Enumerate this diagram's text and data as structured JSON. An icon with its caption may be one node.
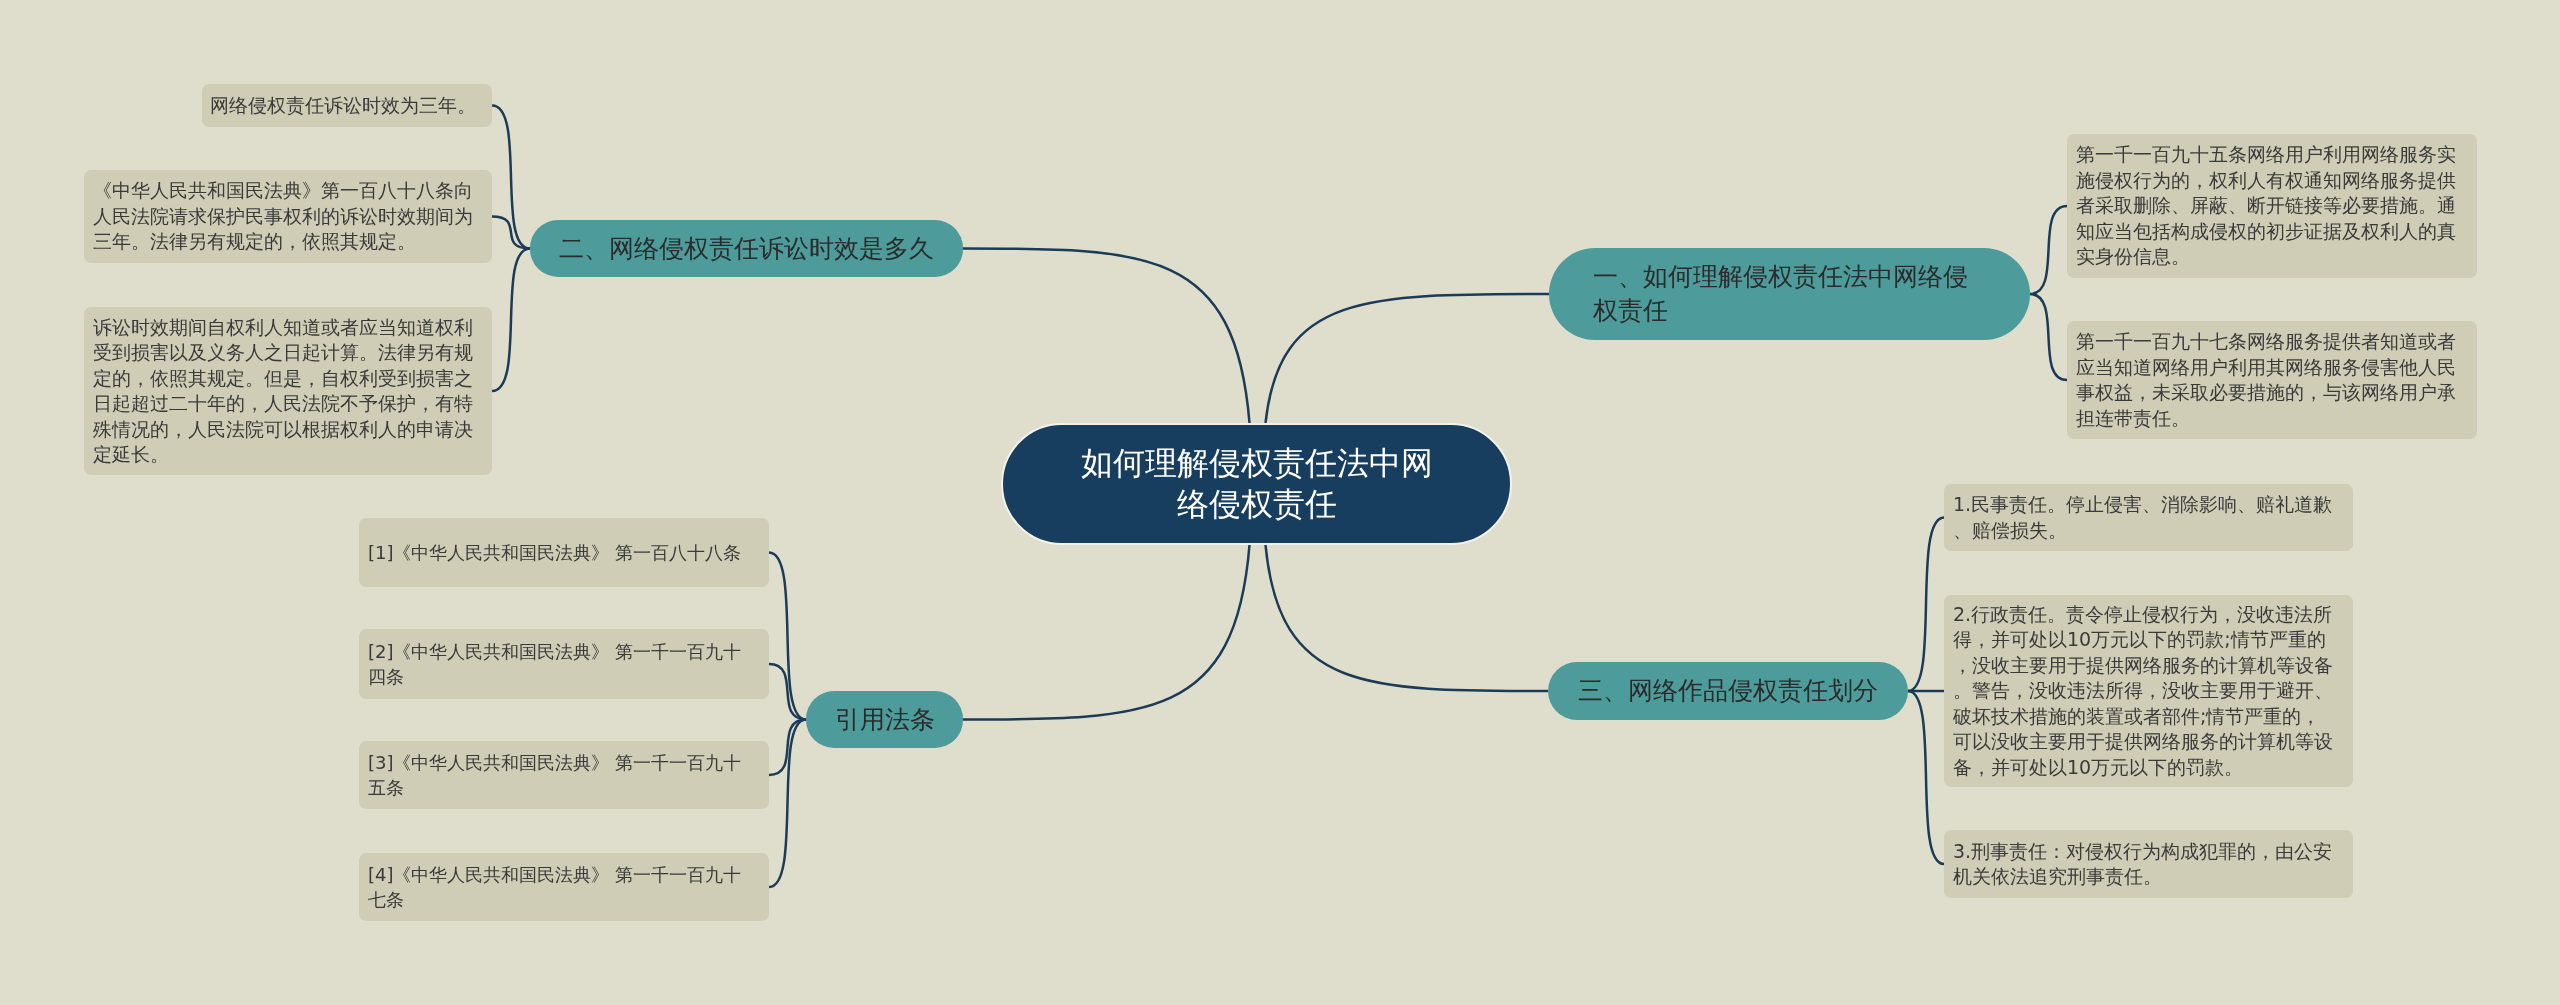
{
  "diagram": {
    "nodes": [
      {
        "text": [
          "如何理解侵权责任法中网络侵权责任"
        ]
      },
      {
        "text": [
          "一、如何理解侵权责任法中网络侵权责任"
        ]
      },
      {
        "text": [
          "第一千一百九十五条网络用户利用网络服务实施侵权行为的，权利人有权通知网络服务提供者采取删除、屏蔽、断开链接等必要措施。通知应当包括构成侵权的初步证据及权利人的真实身份信息。"
        ]
      },
      {
        "text": [
          "第一千一百九十七条网络服务提供者知道或者应当知道网络用户利用其网络服务侵害他人民事权益，未采取必要措施的，与该网络用户承担连带责任。"
        ]
      },
      {
        "text": [
          "二、网络侵权责任诉讼时效是多久"
        ]
      },
      {
        "text": [
          "网络侵权责任诉讼时效为三年。"
        ]
      },
      {
        "text": [
          "《中华人民共和国民法典》第一百八十八条向人民法院请求保护民事权利的诉讼时效期间为三年。法律另有规定的，依照其规定。"
        ]
      },
      {
        "text": [
          "诉讼时效期间自权利人知道或者应当知道权利受到损害以及义务人之日起计算。法律另有规定的，依照其规定。但是，自权利受到损害之日起超过二十年的，人民法院不予保护，有特殊情况的，人民法院可以根据权利人的申请决定延长。"
        ]
      },
      {
        "text": [
          "三、网络作品侵权责任划分"
        ]
      },
      {
        "text": [
          "1.民事责任。停止侵害、消除影响、赔礼道歉、赔偿损失。"
        ]
      },
      {
        "text": [
          "2.行政责任。责令停止侵权行为，没收违法所得，并可处以10万元以下的罚款;情节严重的，没收主要用于提供网络服务的计算机等设备。警告，没收违法所得，没收主要用于避开、破坏技术措施的装置或者部件;情节严重的，可以没收主要用于提供网络服务的计算机等设备，并可处以10万元以下的罚款。"
        ]
      },
      {
        "text": [
          "3.刑事责任：对侵权行为构成犯罪的，由公安机关依法追究刑事责任。"
        ]
      },
      {
        "text": [
          "引用法条"
        ]
      },
      {
        "text": [
          "[1]《中华人民共和国民法典》 第一百八十八条"
        ]
      },
      {
        "text": [
          "[2]《中华人民共和国民法典》 第一千一百九十四条"
        ]
      },
      {
        "text": [
          "[3]《中华人民共和国民法典》 第一千一百九十五条"
        ]
      },
      {
        "text": [
          "[4]《中华人民共和国民法典》 第一千一百九十七条"
        ]
      }
    ],
    "edges": [
      {
        "from": 0,
        "to": 1,
        "arrow": "none"
      },
      {
        "from": 1,
        "to": 2,
        "arrow": "none"
      },
      {
        "from": 1,
        "to": 3,
        "arrow": "none"
      },
      {
        "from": 0,
        "to": 4,
        "arrow": "none"
      },
      {
        "from": 4,
        "to": 5,
        "arrow": "none"
      },
      {
        "from": 4,
        "to": 6,
        "arrow": "none"
      },
      {
        "from": 4,
        "to": 7,
        "arrow": "none"
      },
      {
        "from": 0,
        "to": 8,
        "arrow": "none"
      },
      {
        "from": 8,
        "to": 9,
        "arrow": "none"
      },
      {
        "from": 8,
        "to": 10,
        "arrow": "none"
      },
      {
        "from": 8,
        "to": 11,
        "arrow": "none"
      },
      {
        "from": 0,
        "to": 12,
        "arrow": "none"
      },
      {
        "from": 12,
        "to": 13,
        "arrow": "none"
      },
      {
        "from": 12,
        "to": 14,
        "arrow": "none"
      },
      {
        "from": 12,
        "to": 15,
        "arrow": "none"
      },
      {
        "from": 12,
        "to": 16,
        "arrow": "none"
      }
    ]
  }
}
